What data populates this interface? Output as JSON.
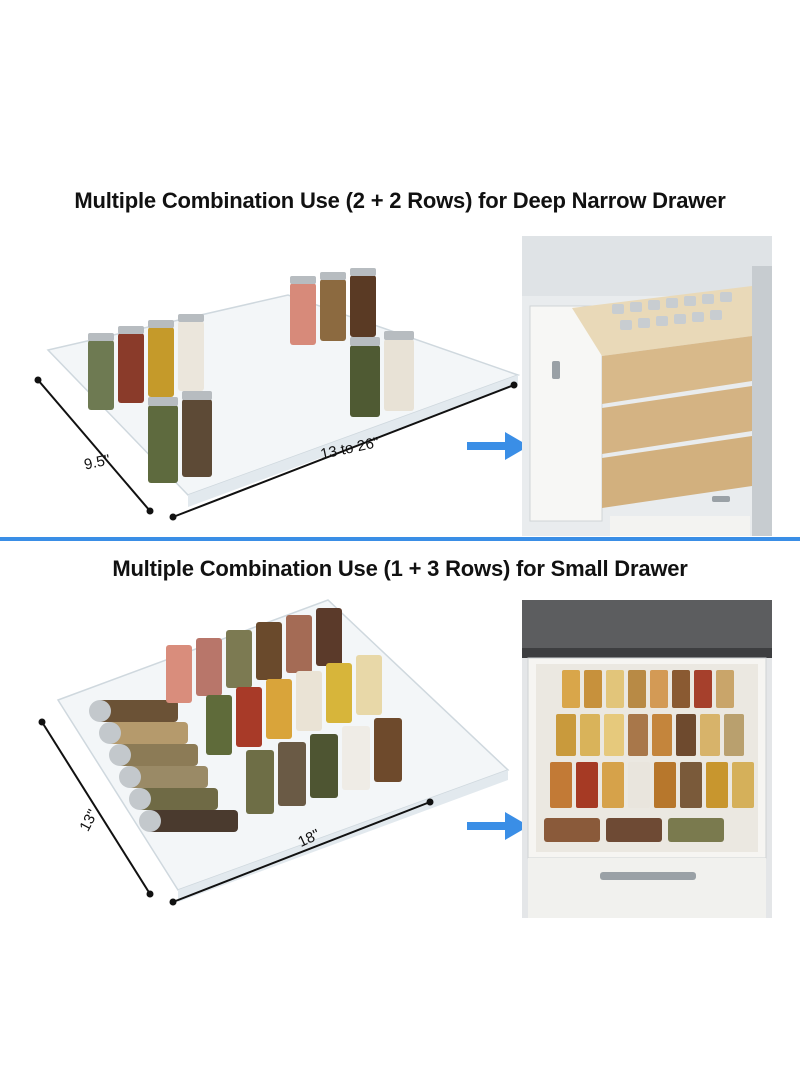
{
  "top_section": {
    "heading": "Multiple Combination Use  (2 + 2 Rows) for Deep Narrow Drawer",
    "width_label": "9.5\"",
    "length_label": "13 to 26\""
  },
  "bottom_section": {
    "heading": "Multiple Combination Use  (1 + 3 Rows) for Small Drawer",
    "width_label": "13\"",
    "length_label": "18\""
  },
  "colors": {
    "divider": "#3a8ee6",
    "arrow": "#3a8ee6"
  }
}
